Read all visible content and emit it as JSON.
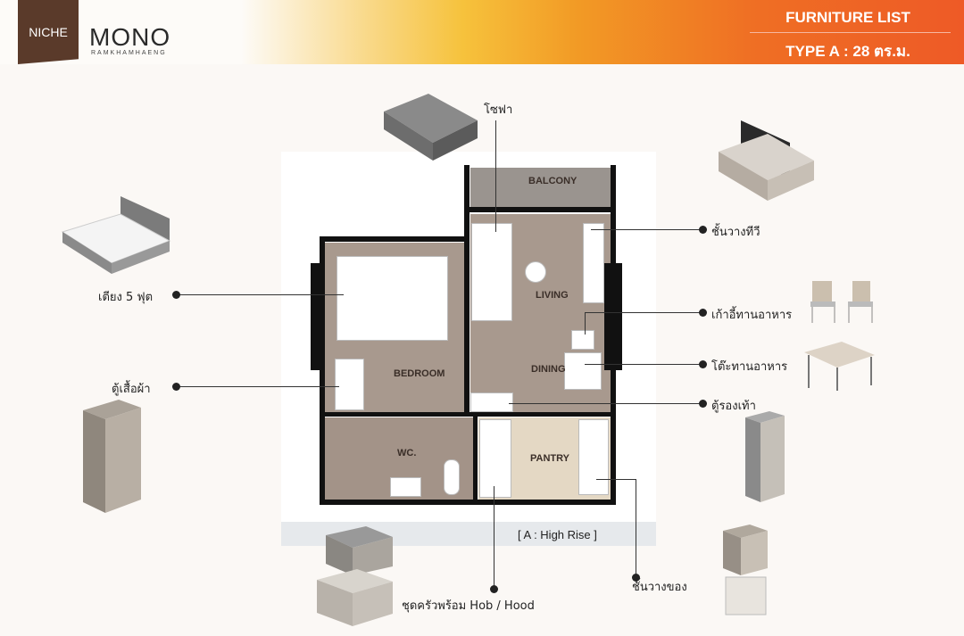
{
  "header": {
    "logo_niche": "NICHE",
    "logo_mono": "MONO",
    "logo_sub": "RAMKHAMHAENG",
    "title": "FURNITURE LIST",
    "subtitle": "TYPE A : 28 ตร.ม.",
    "gradient_colors": [
      "#fdfbf8",
      "#f6c23c",
      "#ef6f24",
      "#ee5a26"
    ]
  },
  "plan": {
    "rooms": {
      "balcony": "BALCONY",
      "living": "LIVING",
      "bedroom": "BEDROOM",
      "dining": "DINING",
      "wc": "WC.",
      "pantry": "PANTRY"
    },
    "caption": "[ A : High Rise ]"
  },
  "furniture": {
    "sofa": "โซฟา",
    "tv_shelf": "ชั้นวางทีวี",
    "bed": "เตียง 5 ฟุต",
    "dining_chair": "เก้าอี้ทานอาหาร",
    "dining_table": "โต๊ะทานอาหาร",
    "wardrobe": "ตู้เสื้อผ้า",
    "shoe_cabinet": "ตู้รองเท้า",
    "kitchen": "ชุดครัวพร้อม Hob / Hood",
    "shelf": "ชั้นวางของ"
  }
}
